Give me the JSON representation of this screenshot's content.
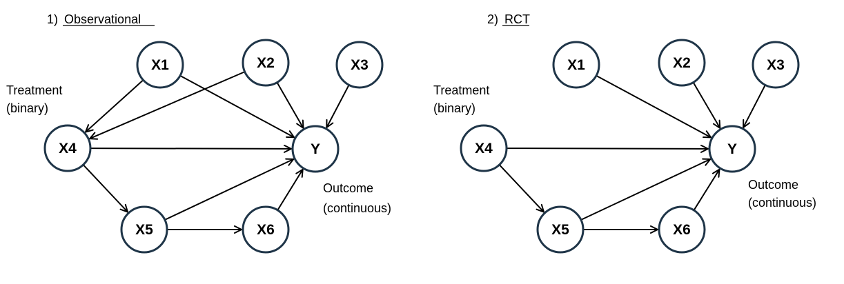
{
  "panels": [
    {
      "id": "observational",
      "number": "1)",
      "title": "Observational",
      "treatment_caption": [
        "Treatment",
        "(binary)"
      ],
      "outcome_caption": [
        "Outcome",
        "(continuous)"
      ],
      "nodes": [
        {
          "id": "X1",
          "label": "X1"
        },
        {
          "id": "X2",
          "label": "X2"
        },
        {
          "id": "X3",
          "label": "X3"
        },
        {
          "id": "X4",
          "label": "X4"
        },
        {
          "id": "Y",
          "label": "Y"
        },
        {
          "id": "X5",
          "label": "X5"
        },
        {
          "id": "X6",
          "label": "X6"
        }
      ],
      "edges": [
        [
          "X1",
          "X4"
        ],
        [
          "X1",
          "Y"
        ],
        [
          "X2",
          "X4"
        ],
        [
          "X2",
          "Y"
        ],
        [
          "X3",
          "Y"
        ],
        [
          "X4",
          "Y"
        ],
        [
          "X4",
          "X5"
        ],
        [
          "X5",
          "Y"
        ],
        [
          "X5",
          "X6"
        ],
        [
          "X6",
          "Y"
        ]
      ]
    },
    {
      "id": "rct",
      "number": "2)",
      "title": "RCT",
      "treatment_caption": [
        "Treatment",
        "(binary)"
      ],
      "outcome_caption": [
        "Outcome",
        "(continuous)"
      ],
      "nodes": [
        {
          "id": "X1",
          "label": "X1"
        },
        {
          "id": "X2",
          "label": "X2"
        },
        {
          "id": "X3",
          "label": "X3"
        },
        {
          "id": "X4",
          "label": "X4"
        },
        {
          "id": "Y",
          "label": "Y"
        },
        {
          "id": "X5",
          "label": "X5"
        },
        {
          "id": "X6",
          "label": "X6"
        }
      ],
      "edges": [
        [
          "X1",
          "Y"
        ],
        [
          "X2",
          "Y"
        ],
        [
          "X3",
          "Y"
        ],
        [
          "X4",
          "Y"
        ],
        [
          "X4",
          "X5"
        ],
        [
          "X5",
          "Y"
        ],
        [
          "X5",
          "X6"
        ],
        [
          "X6",
          "Y"
        ]
      ]
    }
  ],
  "colors": {
    "node_stroke": "#1f3548",
    "arrow": "#000000",
    "background": "#ffffff"
  }
}
